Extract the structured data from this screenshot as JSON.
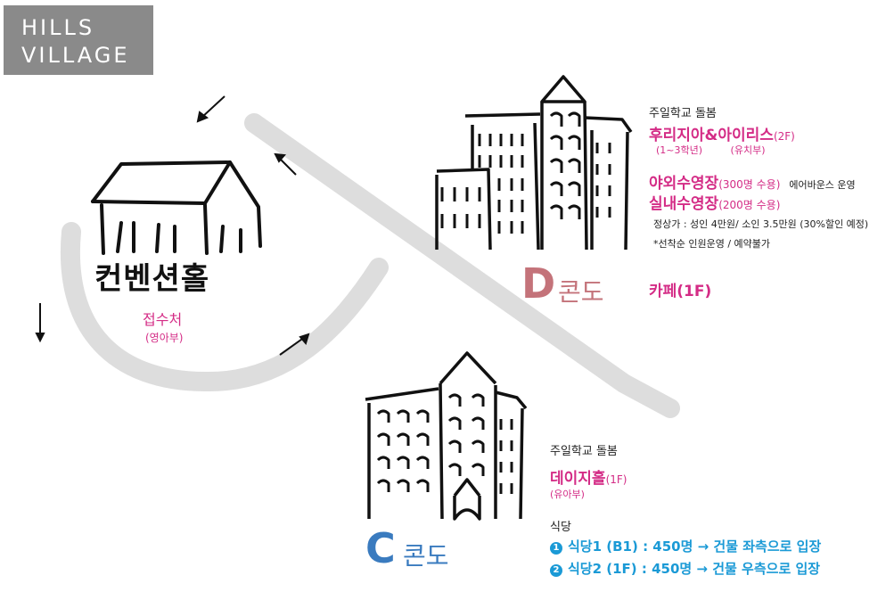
{
  "badge": {
    "line1": "HILLS",
    "line2": "VILLAGE"
  },
  "convention": {
    "title": "컨벤션홀",
    "sub": "접수처",
    "sub2": "(영아부)"
  },
  "d_condo": {
    "letter": "D",
    "word": "콘도",
    "sunday": "주일학교 돌봄",
    "hall": "후리지아&아이리스",
    "hall_floor": "(2F)",
    "hall_sub1": "(1~3학년)",
    "hall_sub2": "(유치부)",
    "outdoor": "야외수영장",
    "outdoor_cap": "(300명 수용)",
    "outdoor_note": "에어바운스 운영",
    "indoor": "실내수영장",
    "indoor_cap": "(200명 수용)",
    "price": "정상가 : 성인 4만원/ 소인 3.5만원 (30%할인 예정)",
    "notice": "*선착순 인원운영 / 예약불가",
    "cafe": "카페(1F)"
  },
  "c_condo": {
    "letter": "C",
    "word": "콘도",
    "sunday": "주일학교 돌봄",
    "hall": "데이지홀",
    "hall_floor": "(1F)",
    "hall_sub": "(유아부)",
    "cafeteria": "식당",
    "num1": "1",
    "line1": "식당1 (B1) : 450명 → 건물 좌측으로 입장",
    "num2": "2",
    "line2": "식당2 (1F) : 450명 → 건물 우측으로 입장"
  },
  "colors": {
    "pink": "#d42c86",
    "blue": "#1b9ad6",
    "d_accent": "#c4737a",
    "c_accent": "#3a7bbf",
    "road": "#dddddd",
    "badge": "#8a8a8a"
  },
  "icons": [
    "arrow-icon",
    "building-icon",
    "house-icon"
  ]
}
